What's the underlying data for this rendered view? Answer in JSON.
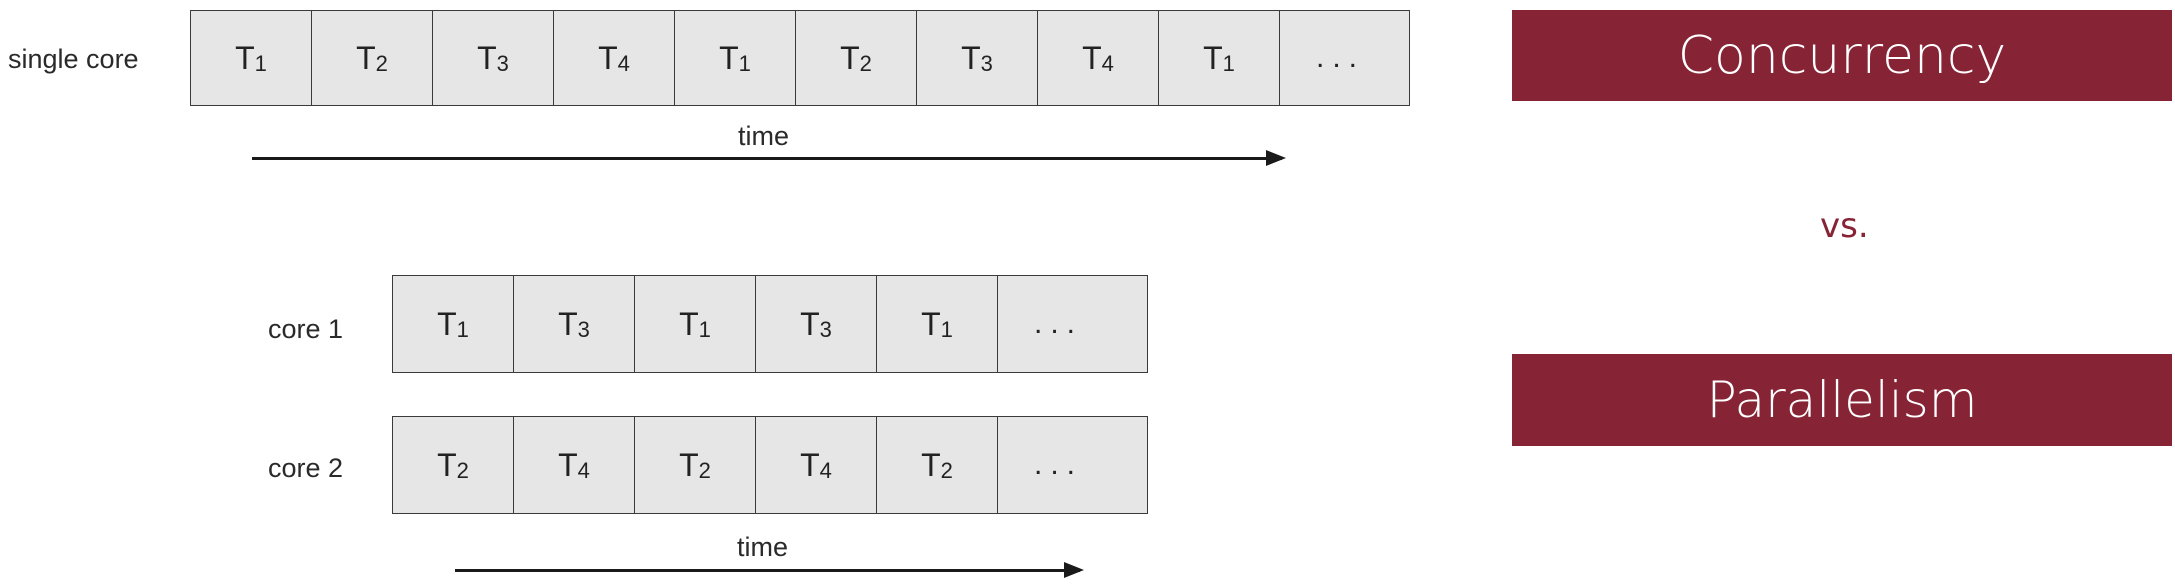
{
  "single": {
    "label": "single core",
    "cells": [
      {
        "main": "T",
        "sub": "1"
      },
      {
        "main": "T",
        "sub": "2"
      },
      {
        "main": "T",
        "sub": "3"
      },
      {
        "main": "T",
        "sub": "4"
      },
      {
        "main": "T",
        "sub": "1"
      },
      {
        "main": "T",
        "sub": "2"
      },
      {
        "main": "T",
        "sub": "3"
      },
      {
        "main": "T",
        "sub": "4"
      },
      {
        "main": "T",
        "sub": "1"
      },
      {
        "main": "...",
        "sub": ""
      }
    ],
    "time_label": "time"
  },
  "core1": {
    "label": "core 1",
    "cells": [
      {
        "main": "T",
        "sub": "1"
      },
      {
        "main": "T",
        "sub": "3"
      },
      {
        "main": "T",
        "sub": "1"
      },
      {
        "main": "T",
        "sub": "3"
      },
      {
        "main": "T",
        "sub": "1"
      },
      {
        "main": "...",
        "sub": ""
      }
    ]
  },
  "core2": {
    "label": "core 2",
    "cells": [
      {
        "main": "T",
        "sub": "2"
      },
      {
        "main": "T",
        "sub": "4"
      },
      {
        "main": "T",
        "sub": "2"
      },
      {
        "main": "T",
        "sub": "4"
      },
      {
        "main": "T",
        "sub": "2"
      },
      {
        "main": "...",
        "sub": ""
      }
    ],
    "time_label": "time"
  },
  "banners": {
    "concurrency": "Concurrency",
    "vs": "vs.",
    "parallelism": "Parallelism",
    "color": "#862335"
  }
}
